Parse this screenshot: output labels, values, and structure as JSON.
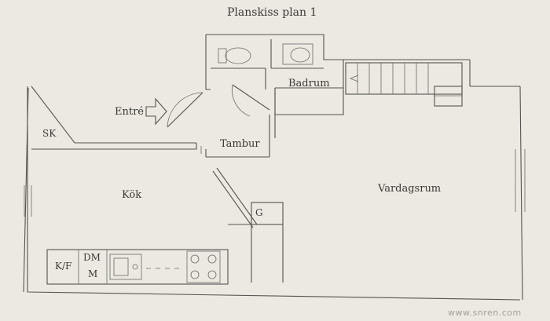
{
  "title": "Planskiss plan 1",
  "rooms": {
    "entre": "Entré",
    "sk": "SK",
    "badrum": "Badrum",
    "tambur": "Tambur",
    "kok": "Kök",
    "vardagsrum": "Vardagsrum",
    "g": "G",
    "kf": "K/F",
    "dm": "DM",
    "m": "M"
  },
  "watermark": "www.snren.com"
}
